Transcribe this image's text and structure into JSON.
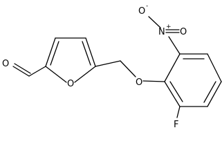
{
  "molecule": {
    "atoms": {
      "aldehyde_O": "O",
      "furan_O": "O",
      "ether_O": "O",
      "nitro_N": "N",
      "nitro_N_charge": "+",
      "nitro_O_top": "O",
      "nitro_O_top_charge": "-",
      "nitro_O_right": "O",
      "fluorine": "F"
    }
  }
}
